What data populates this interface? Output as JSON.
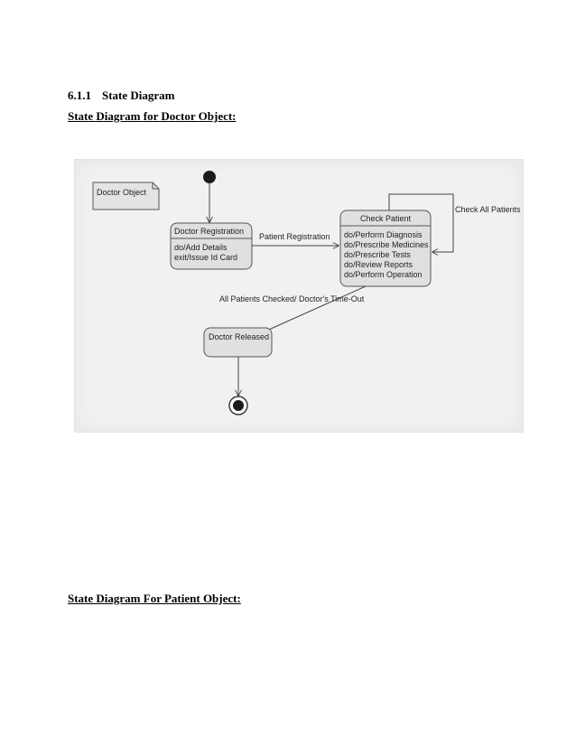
{
  "section": {
    "number": "6.1.1",
    "title": "State Diagram"
  },
  "doctor_heading": "State Diagram for Doctor Object:",
  "patient_heading": "State Diagram For Patient Object:",
  "diagram": {
    "note": "Doctor Object",
    "states": {
      "registration": {
        "name": "Doctor Registration",
        "actions": [
          "do/Add Details",
          "exit/Issue Id Card"
        ]
      },
      "check": {
        "name": "Check Patient",
        "actions": [
          "do/Perform Diagnosis",
          "do/Prescribe Medicines",
          "do/Prescribe Tests",
          "do/Review Reports",
          "do/Perform Operation"
        ]
      },
      "released": {
        "name": "Doctor Released"
      }
    },
    "transitions": {
      "registration_to_check": "Patient Registration",
      "self_loop": "Check All Patients",
      "check_to_released": "All Patients Checked/ Doctor's Time-Out"
    }
  }
}
